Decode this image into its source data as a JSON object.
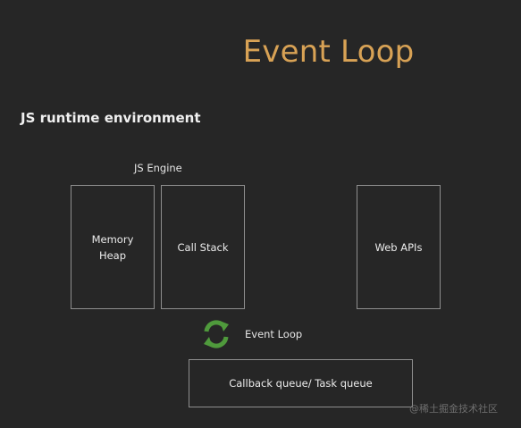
{
  "title": "Event Loop",
  "subtitle": "JS runtime environment",
  "engine_label": "JS Engine",
  "boxes": {
    "memory_heap": "Memory\nHeap",
    "call_stack": "Call Stack",
    "web_apis": "Web APIs",
    "callback_queue": "Callback queue/ Task queue"
  },
  "event_loop": {
    "icon": "refresh-cycle-icon",
    "label": "Event Loop"
  },
  "watermark": "@稀土掘金技术社区",
  "colors": {
    "background": "#262626",
    "title": "#d8a255",
    "box_border": "#8e8e8e",
    "loop_icon": "#4f9a3c"
  }
}
